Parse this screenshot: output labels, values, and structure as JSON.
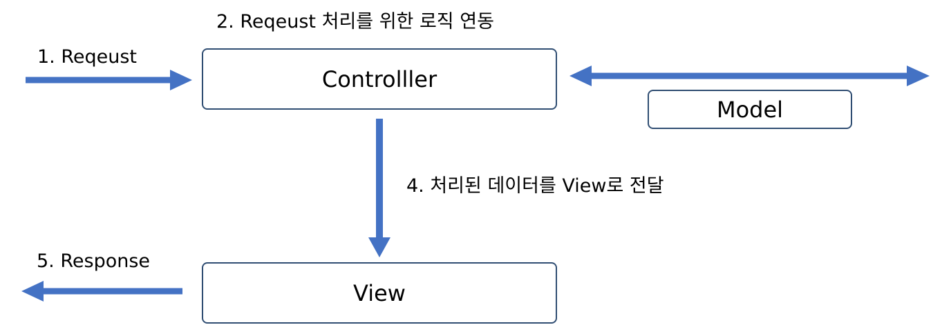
{
  "colors": {
    "arrow": "#4472c4",
    "box_border": "#2f4d72",
    "background": "#ffffff",
    "text": "#000000"
  },
  "boxes": {
    "controller": "Controlller",
    "model": "Model",
    "view": "View"
  },
  "steps": {
    "request": "1. Reqeust",
    "logic": "2. Reqeust 처리를 위한 로직 연동",
    "transfer": "4. 처리된 데이터를 View로 전달",
    "response": "5. Response"
  },
  "arrows": [
    {
      "id": "request-arrow",
      "from": "external",
      "to": "controller",
      "direction": "right"
    },
    {
      "id": "controller-model-arrow",
      "from": "controller",
      "to": "model",
      "direction": "both"
    },
    {
      "id": "controller-view-arrow",
      "from": "controller",
      "to": "view",
      "direction": "down"
    },
    {
      "id": "response-arrow",
      "from": "view",
      "to": "external",
      "direction": "left"
    }
  ]
}
